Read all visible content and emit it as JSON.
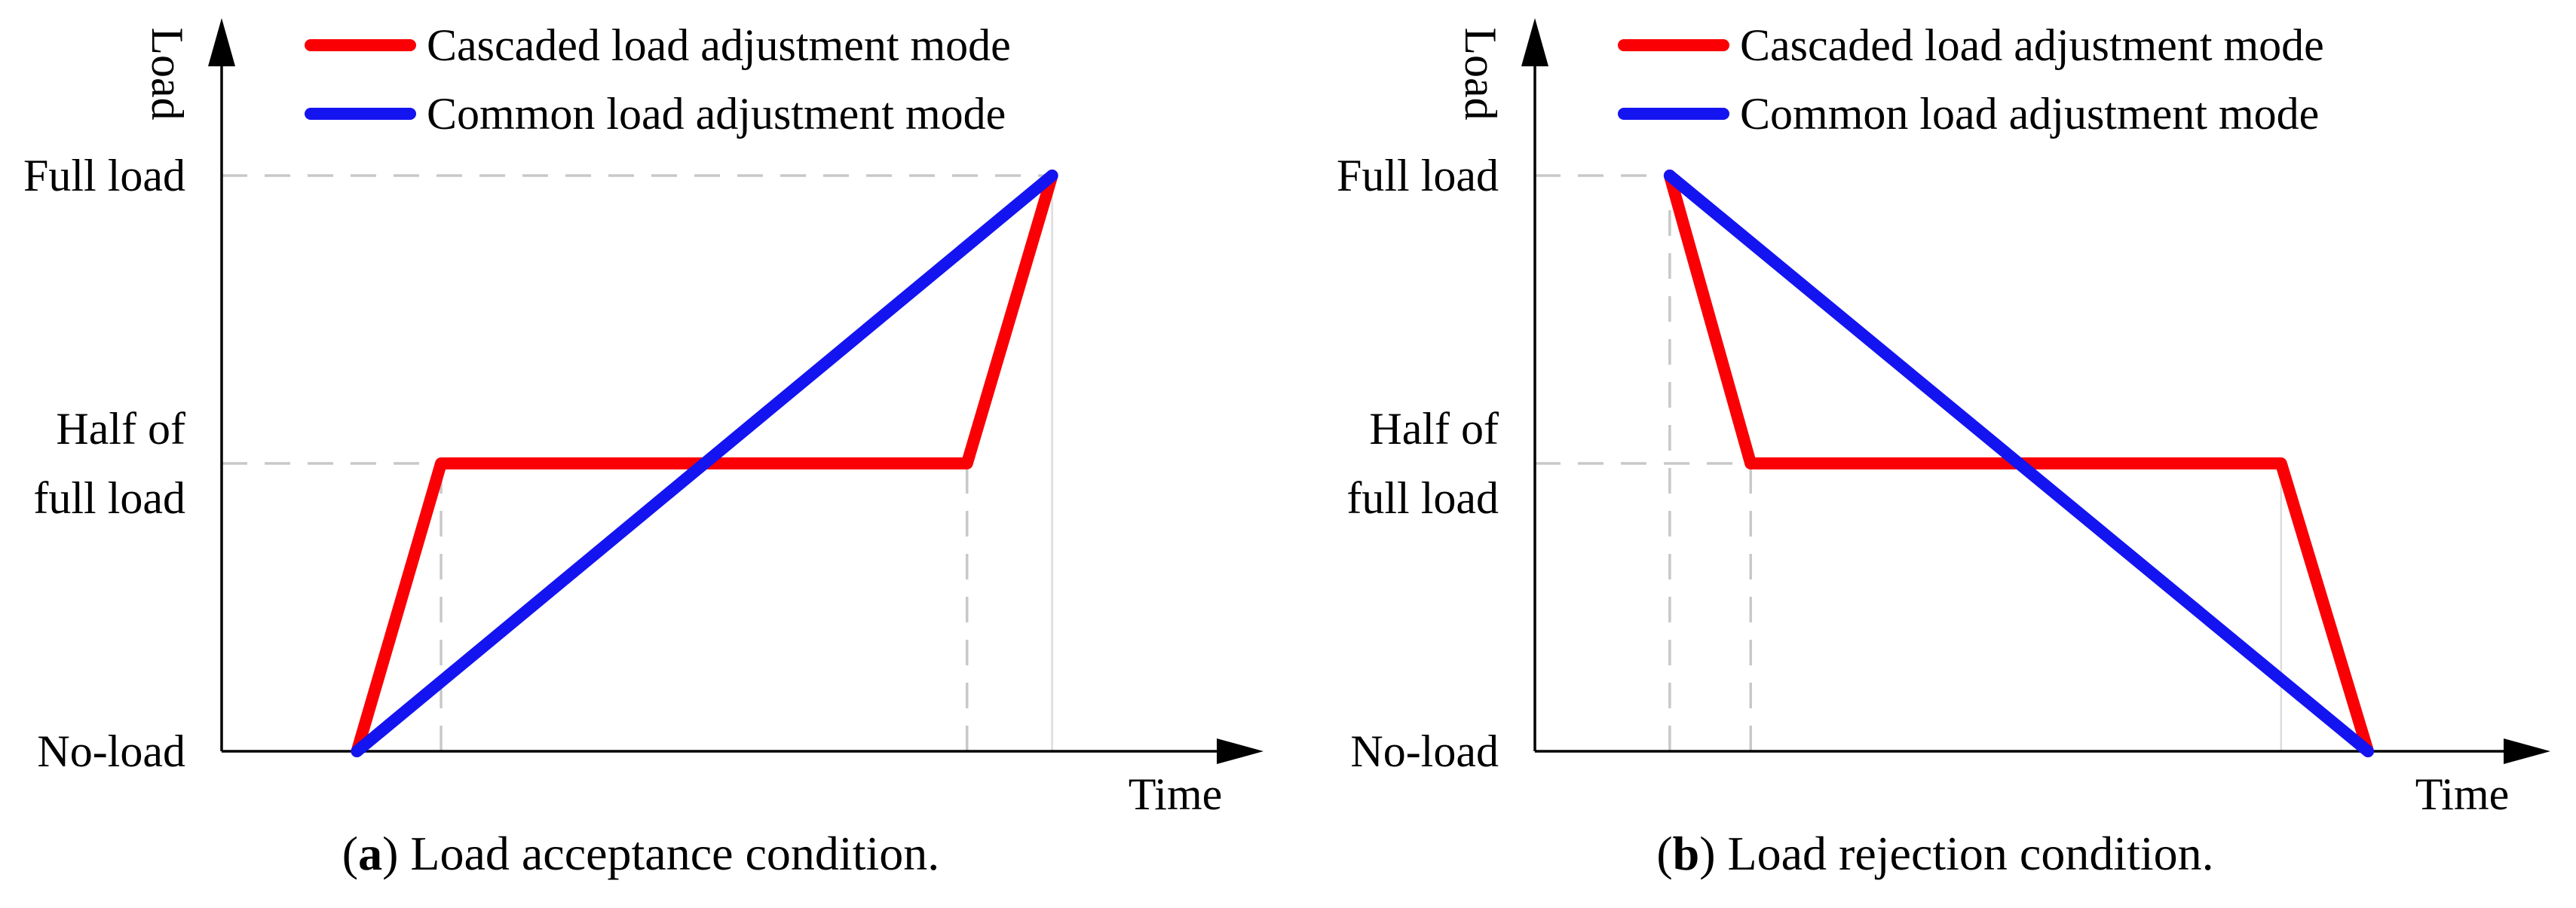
{
  "figure": {
    "captions": [
      {
        "pre": "(",
        "letter": "a",
        "rest": ") Load acceptance condition."
      },
      {
        "pre": "(",
        "letter": "b",
        "rest": ") Load rejection condition."
      }
    ]
  },
  "styles": {
    "axis_color": "#000000",
    "text_color": "#000000",
    "guide_color": "#c8c8c8",
    "thin_guide_color": "#dcdcdc",
    "cascaded_color": "#fa0005",
    "common_color": "#1414f0"
  },
  "chart_data": [
    {
      "type": "line",
      "title": "(a) Load acceptance condition.",
      "xlabel": "Time",
      "ylabel": "Load",
      "xlim": [
        0,
        10
      ],
      "ylim": [
        0,
        1
      ],
      "grid": "partial-dashed-guides",
      "legend_position": "top-inside",
      "yticks": [
        {
          "value": 1,
          "label": "Full load",
          "label_lines": [
            "Full load"
          ]
        },
        {
          "value": 0.5,
          "label": "Half of full load",
          "label_lines": [
            "Half of",
            "full load"
          ]
        },
        {
          "value": 0,
          "label": "No-load",
          "label_lines": [
            "No-load"
          ]
        }
      ],
      "series": [
        {
          "name": "Cascaded load adjustment mode",
          "color": "#fa0005",
          "points": [
            [
              1.32,
              0
            ],
            [
              2.14,
              0.5
            ],
            [
              7.27,
              0.5
            ],
            [
              8.1,
              1
            ]
          ]
        },
        {
          "name": "Common load adjustment mode",
          "color": "#1414f0",
          "points": [
            [
              1.32,
              0
            ],
            [
              8.1,
              1
            ]
          ]
        }
      ],
      "guides": [
        {
          "axis": "y",
          "at": 1,
          "from": 0,
          "to": 8.1,
          "style": "dash"
        },
        {
          "axis": "y",
          "at": 0.5,
          "from": 0,
          "to": 2.14,
          "style": "dash"
        },
        {
          "axis": "x",
          "at": 2.14,
          "from": 0,
          "to": 0.5,
          "style": "dash"
        },
        {
          "axis": "x",
          "at": 7.27,
          "from": 0,
          "to": 0.5,
          "style": "dash"
        },
        {
          "axis": "x",
          "at": 8.1,
          "from": 0,
          "to": 1,
          "style": "thin"
        }
      ]
    },
    {
      "type": "line",
      "title": "(b) Load rejection condition.",
      "xlabel": "Time",
      "ylabel": "Load",
      "xlim": [
        0,
        10
      ],
      "ylim": [
        0,
        1
      ],
      "grid": "partial-dashed-guides",
      "legend_position": "top-inside",
      "yticks": [
        {
          "value": 1,
          "label": "Full load",
          "label_lines": [
            "Full load"
          ]
        },
        {
          "value": 0.5,
          "label": "Half of full load",
          "label_lines": [
            "Half of",
            "full load"
          ]
        },
        {
          "value": 0,
          "label": "No-load",
          "label_lines": [
            "No-load"
          ]
        }
      ],
      "series": [
        {
          "name": "Cascaded load adjustment mode",
          "color": "#fa0005",
          "points": [
            [
              1.35,
              1
            ],
            [
              2.16,
              0.5
            ],
            [
              7.47,
              0.5
            ],
            [
              8.34,
              0
            ]
          ]
        },
        {
          "name": "Common load adjustment mode",
          "color": "#1414f0",
          "points": [
            [
              1.35,
              1
            ],
            [
              8.34,
              0
            ]
          ]
        }
      ],
      "guides": [
        {
          "axis": "y",
          "at": 1,
          "from": 0,
          "to": 1.35,
          "style": "dash"
        },
        {
          "axis": "y",
          "at": 0.5,
          "from": 0,
          "to": 2.16,
          "style": "dash"
        },
        {
          "axis": "x",
          "at": 1.35,
          "from": 0,
          "to": 1,
          "style": "dash"
        },
        {
          "axis": "x",
          "at": 2.16,
          "from": 0,
          "to": 0.5,
          "style": "dash"
        },
        {
          "axis": "x",
          "at": 7.47,
          "from": 0,
          "to": 0.5,
          "style": "thin"
        }
      ]
    }
  ]
}
